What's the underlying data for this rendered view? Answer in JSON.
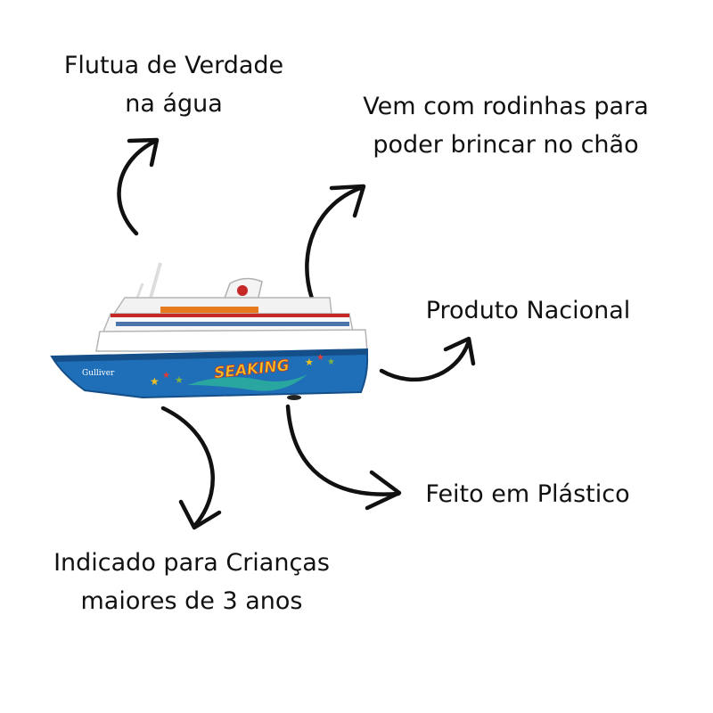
{
  "features": {
    "float": [
      "Flutua de Verdade",
      "na água"
    ],
    "wheels": [
      "Vem com rodinhas para",
      "poder brincar no chão"
    ],
    "national": [
      "Produto Nacional"
    ],
    "plastic": [
      "Feito em Plástico"
    ],
    "age": [
      "Indicado para Crianças",
      "maiores de 3 anos"
    ]
  },
  "ship": {
    "brand": "Gulliver",
    "name": "SEAKING"
  },
  "colors": {
    "hull": "#1f6fb8",
    "hull_dark": "#154f8a",
    "deck": "#f2f2f2",
    "stripe": "#c62828",
    "logo": "#f4c21f",
    "wave": "#2aa6a0",
    "text": "#111111"
  }
}
